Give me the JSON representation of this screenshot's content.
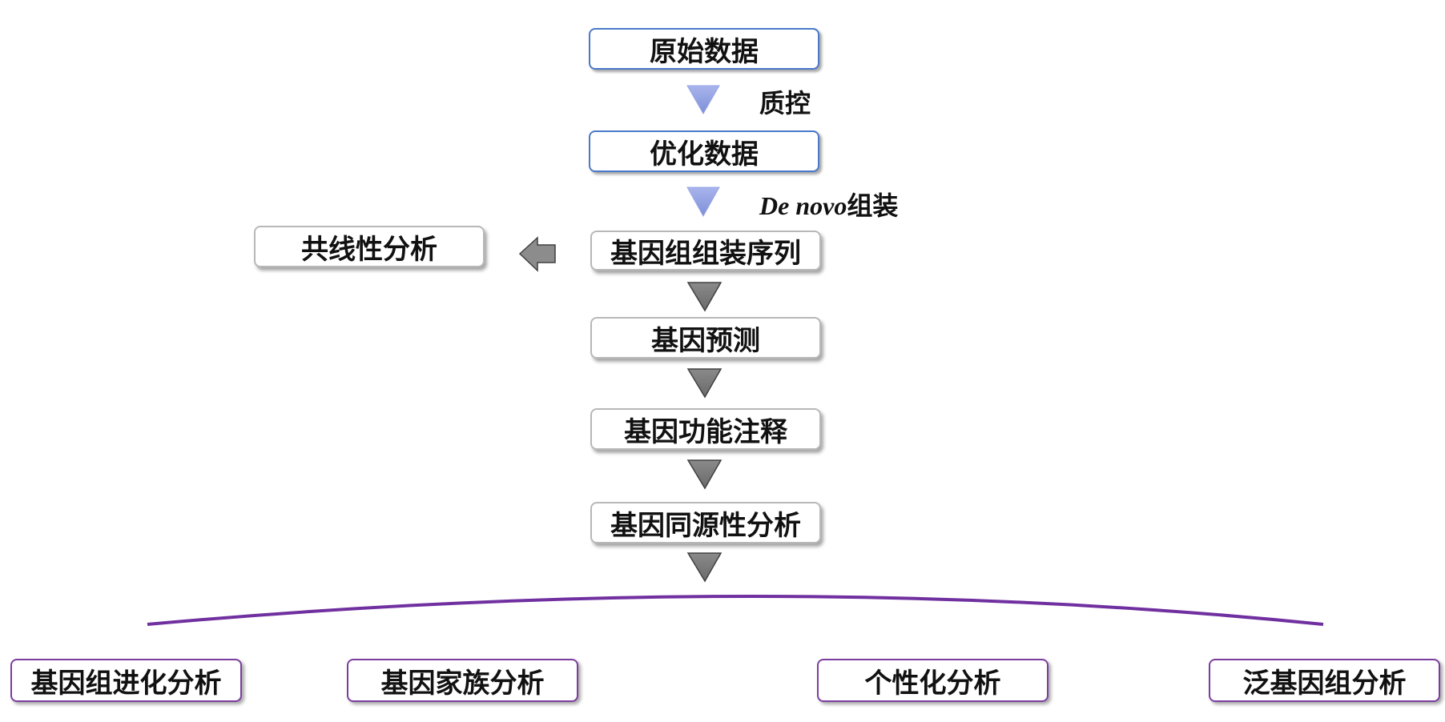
{
  "nodes": {
    "raw_data": "原始数据",
    "optimized_data": "优化数据",
    "assembly_sequence": "基因组组装序列",
    "collinearity": "共线性分析",
    "gene_prediction": "基因预测",
    "functional_annotation": "基因功能注释",
    "homology_analysis": "基因同源性分析"
  },
  "steps": {
    "qc": "质控",
    "denovo_italic": "De novo",
    "denovo_suffix": "组装"
  },
  "outputs": [
    {
      "label": "基因组进化分析"
    },
    {
      "label": "基因家族分析"
    },
    {
      "label": "个性化分析"
    },
    {
      "label": "泛基因组分析"
    }
  ],
  "colors": {
    "blue_border": "#4a7ac8",
    "blue_arrow": "#8fa0e0",
    "gray_arrow": "#7f7f7f",
    "purple": "#7030a0"
  }
}
